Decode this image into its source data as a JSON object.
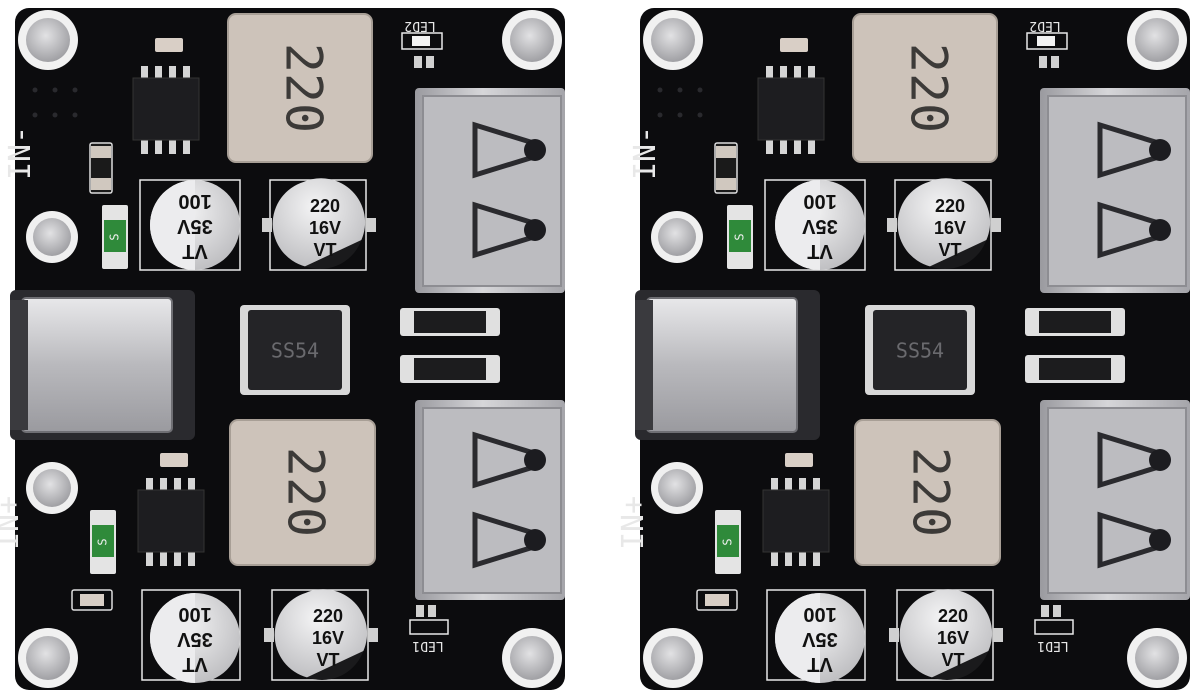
{
  "boards": [
    {
      "silkscreen": {
        "in_minus": "IN-",
        "in_plus": "IN+",
        "led_top": "LED2",
        "led_bottom": "LED1"
      },
      "inductor_top": "220",
      "inductor_bottom": "220",
      "diode": "SS54",
      "fuse_mark": "S",
      "cap_100": {
        "value": "100",
        "voltage": "35V",
        "series": "VT"
      },
      "cap_220": {
        "value": "220",
        "voltage": "16V",
        "series": "VT"
      }
    },
    {
      "silkscreen": {
        "in_minus": "IN-",
        "in_plus": "IN+",
        "led_top": "LED2",
        "led_bottom": "LED1"
      },
      "inductor_top": "220",
      "inductor_bottom": "220",
      "diode": "SS54",
      "fuse_mark": "S",
      "cap_100": {
        "value": "100",
        "voltage": "35V",
        "series": "VT"
      },
      "cap_220": {
        "value": "220",
        "voltage": "16V",
        "series": "VT"
      }
    }
  ],
  "colors": {
    "pcb": "#0c0c0e",
    "inductor": "#cdc3ba",
    "metal": "#c9c9cc",
    "cap_body": "#d8d8da",
    "fuse_green": "#2f8a3a",
    "background": "#ffffff"
  }
}
